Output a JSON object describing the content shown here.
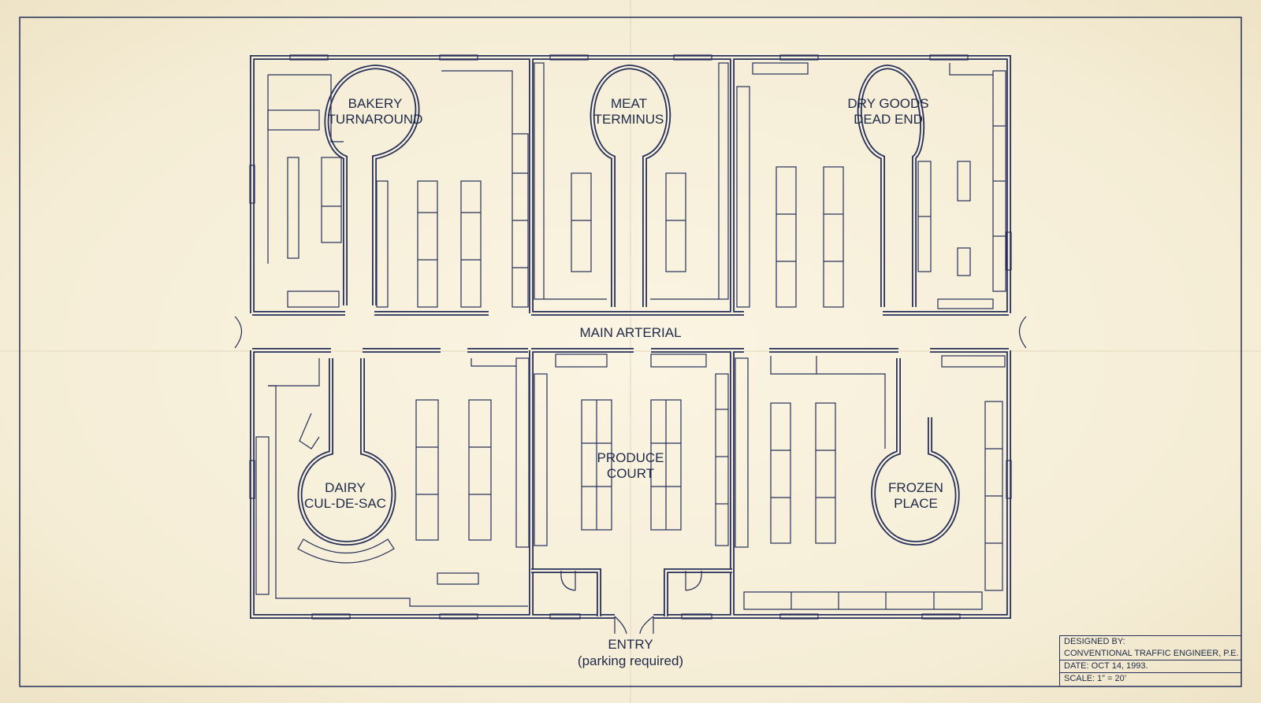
{
  "plan": {
    "departments": {
      "bakery": [
        "BAKERY",
        "TURNAROUND"
      ],
      "meat": [
        "MEAT",
        "TERMINUS"
      ],
      "dry_goods": [
        "DRY GOODS",
        "DEAD END"
      ],
      "dairy": [
        "DAIRY",
        "CUL-DE-SAC"
      ],
      "produce": [
        "PRODUCE",
        "COURT"
      ],
      "frozen": [
        "FROZEN",
        "PLACE"
      ]
    },
    "main_aisle": "MAIN ARTERIAL",
    "entry": [
      "ENTRY",
      "(parking required)"
    ]
  },
  "title_block": {
    "designed_by_label": "DESIGNED BY:",
    "designer": "CONVENTIONAL TRAFFIC ENGINEER, P.E.",
    "date": "DATE: OCT 14, 1993.",
    "scale": "SCALE: 1” = 20’"
  },
  "colors": {
    "ink": "#26305a",
    "paper": "#f7f0dc"
  }
}
